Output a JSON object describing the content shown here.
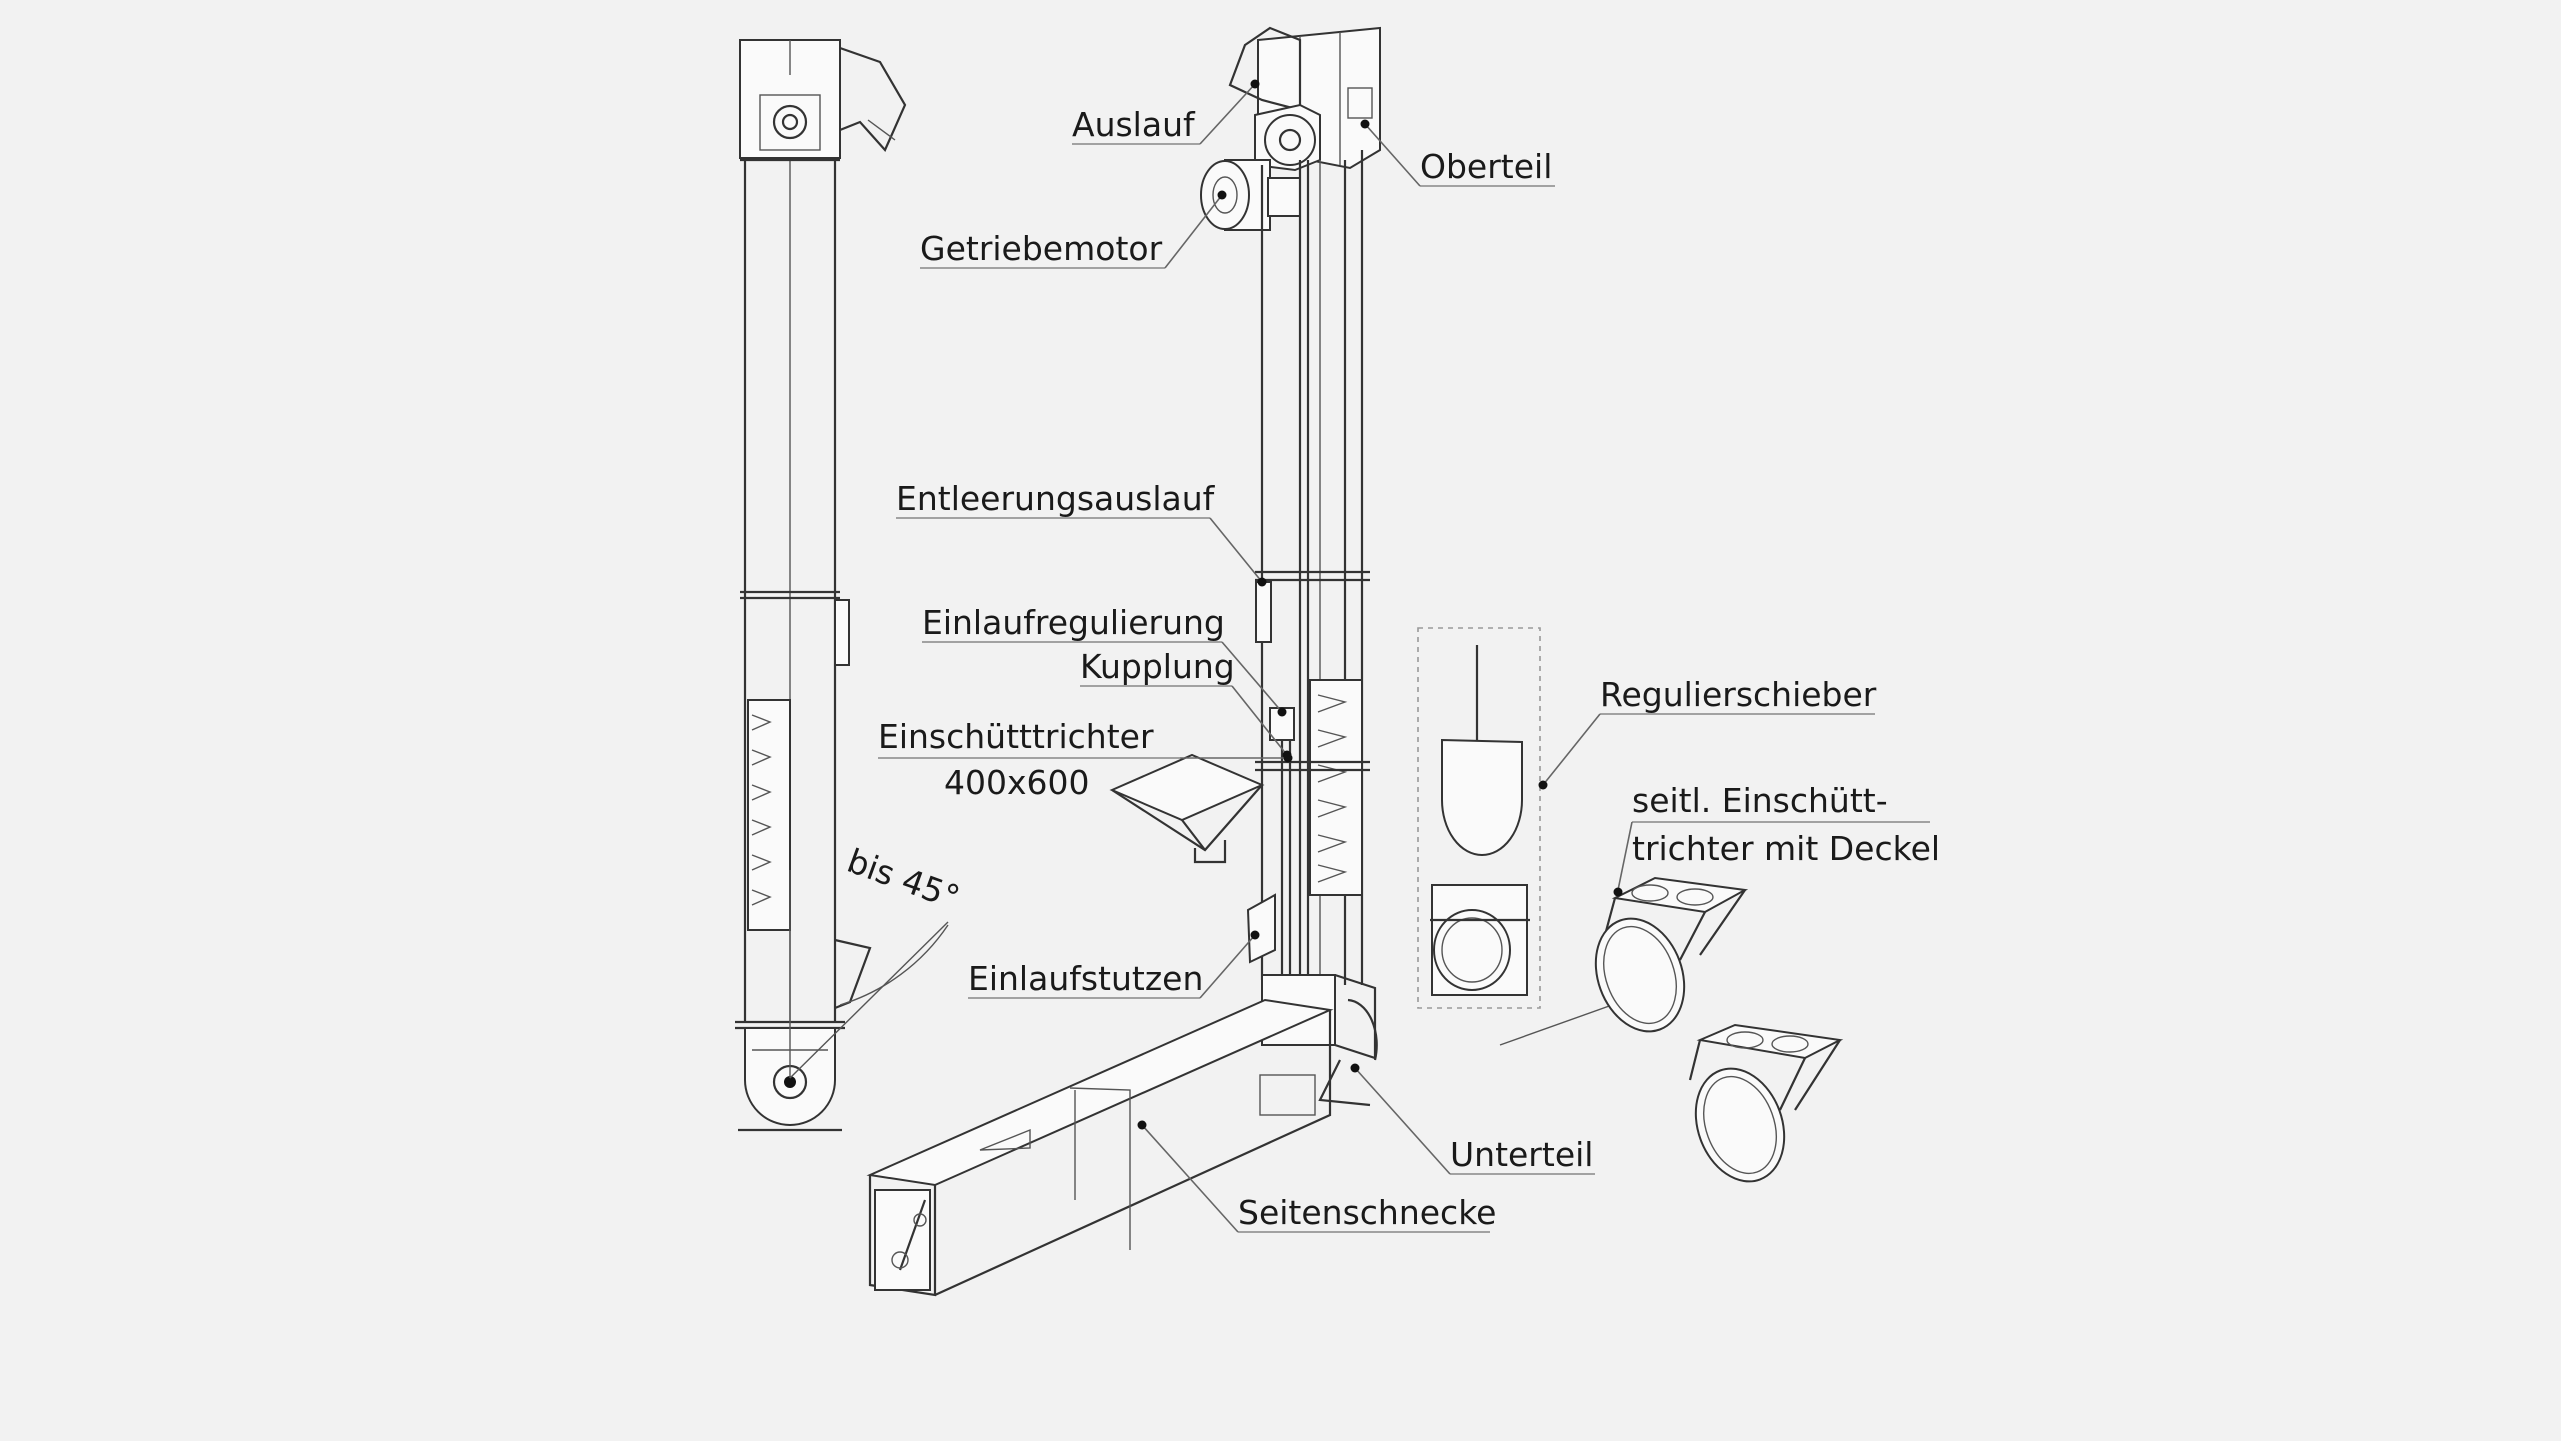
{
  "labels": {
    "auslauf": "Auslauf",
    "oberteil": "Oberteil",
    "getriebemotor": "Getriebemotor",
    "entleerungsauslauf": "Entleerungsauslauf",
    "einlaufregulierung": "Einlaufregulierung",
    "kupplung": "Kupplung",
    "einschuetttrichter_line1": "Einschütttrichter",
    "einschuetttrichter_line2": "400x600",
    "regulierschieber": "Regulierschieber",
    "seitl_line1": "seitl. Einschütt-",
    "seitl_line2": "trichter mit Deckel",
    "einlaufstutzen": "Einlaufstutzen",
    "unterteil": "Unterteil",
    "seitenschnecke": "Seitenschnecke",
    "angle": "bis 45°"
  },
  "colors": {
    "background": "#f2f2f2",
    "line": "#333333",
    "text": "#1a1a1a"
  }
}
